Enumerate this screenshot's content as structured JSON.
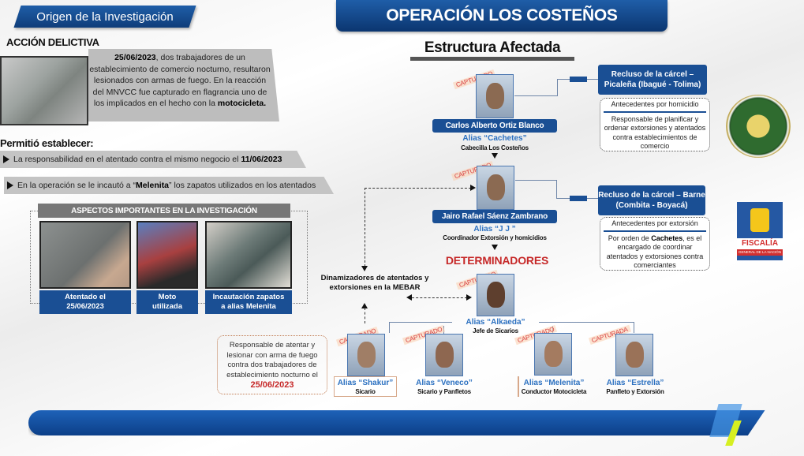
{
  "left": {
    "origin_title": "Origen de la Investigación",
    "accion_heading": "ACCIÓN DELICTIVA",
    "accion": {
      "date": "25/06/2023",
      "text_1": ", dos trabajadores de un establecimiento de comercio nocturno, resultaron lesionados con armas de fuego. En la reacción del MNVCC fue capturado en flagrancia uno de los implicados en el hecho con la ",
      "bold_end": "motocicleta."
    },
    "permitio_heading": "Permitió establecer:",
    "bullets": [
      {
        "text": "La responsabilidad en el atentado contra el mismo negocio el",
        "bold": "11/06/2023",
        "after": ""
      },
      {
        "text": "En la operación se le incautó a “",
        "bold": "Melenita",
        "after": "” los zapatos utilizados en los atentados"
      }
    ],
    "aspectos": {
      "title": "ASPECTOS IMPORTANTES EN LA INVESTIGACIÓN",
      "items": [
        {
          "caption_1": "Atentado el",
          "caption_2": "25/06/2023"
        },
        {
          "caption_1": "Moto",
          "caption_2": "utilizada"
        },
        {
          "caption_1": "Incautación zapatos",
          "caption_2": "a alias Melenita"
        }
      ]
    }
  },
  "header": {
    "title": "OPERACIÓN LOS COSTEÑOS",
    "subtitle": "Estructura Afectada"
  },
  "org": {
    "captured_label": "CAPTURADO",
    "captured_label_f": "CAPTURADA",
    "leader": {
      "name": "Carlos Alberto Ortiz Blanco",
      "alias": "Alias “Cachetes”",
      "role": "Cabecilla Los Costeños",
      "prison": "Recluso de la cárcel – Picaleña (Ibagué - Tolima)",
      "antecedente": "Antecedentes por homicidio",
      "detail": "Responsable de planificar y ordenar extorsiones y atentados contra establecimientos de comercio"
    },
    "second": {
      "name": "Jairo Rafael Sáenz Zambrano",
      "alias": "Alias “J J ”",
      "role": "Coordinador Extorsión y homicidios",
      "prison": "Recluso de la cárcel – Barne (Combita - Boyacá)",
      "antecedente": "Antecedentes por extorsión",
      "detail_pre": "Por orden de ",
      "detail_bold": "Cachetes",
      "detail_post": ", es el encargado de coordinar atentados y extorsiones contra comerciantes"
    },
    "determinadores": "DETERMINADORES",
    "dinamizadores": "Dinamizadores de atentados y extorsiones en la MEBAR",
    "jefe": {
      "alias": "Alias “Alkaeda”",
      "role": "Jefe de Sicarios"
    },
    "responsable_note": {
      "text": "Responsable de atentar y lesionar con arma de fuego contra dos trabajadores de establecimiento nocturno el ",
      "date": "25/06/2023"
    },
    "members": [
      {
        "alias": "Alias “Shakur”",
        "role": "Sicario",
        "status": "CAPTURADO"
      },
      {
        "alias": "Alias “Veneco”",
        "role": "Sicario y Panfletos",
        "status": "CAPTURADO"
      },
      {
        "alias": "Alias “Melenita”",
        "role": "Conductor Motocicleta",
        "status": "CAPTURADO"
      },
      {
        "alias": "Alias “Estrella”",
        "role": "Panfleto y Extorsión",
        "status": "CAPTURADA"
      }
    ]
  },
  "logos": {
    "police": "POLICÍA NACIONAL",
    "fiscalia": "FISCALÍA",
    "fiscalia_sub": "GENERAL DE LA NACIÓN"
  },
  "colors": {
    "brand_blue": "#1a4f94",
    "accent_red": "#c62828",
    "alias_blue": "#2b70c0"
  }
}
